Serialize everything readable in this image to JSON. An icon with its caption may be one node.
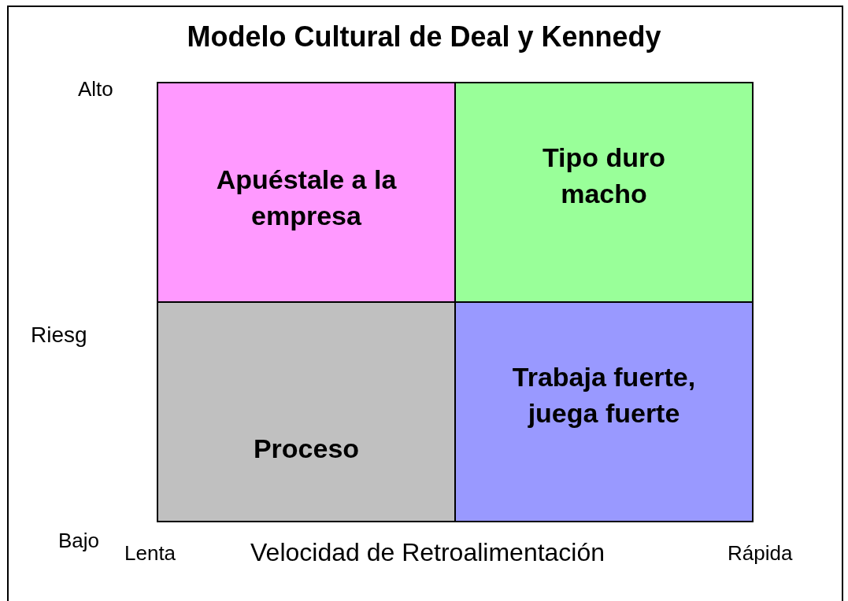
{
  "diagram": {
    "title": "Modelo Cultural de Deal y Kennedy",
    "nodes": [
      {
        "text": [
          "Apuéstale a la empresa"
        ]
      },
      {
        "text": [
          "Tipo duro macho"
        ]
      },
      {
        "text": [
          "Proceso"
        ]
      },
      {
        "text": [
          "Trabaja fuerte, juega fuerte"
        ]
      }
    ],
    "labels": [
      "Alto",
      "Riesg",
      "Bajo",
      "Lenta",
      "Velocidad de Retroalimentación",
      "Rápida"
    ]
  }
}
